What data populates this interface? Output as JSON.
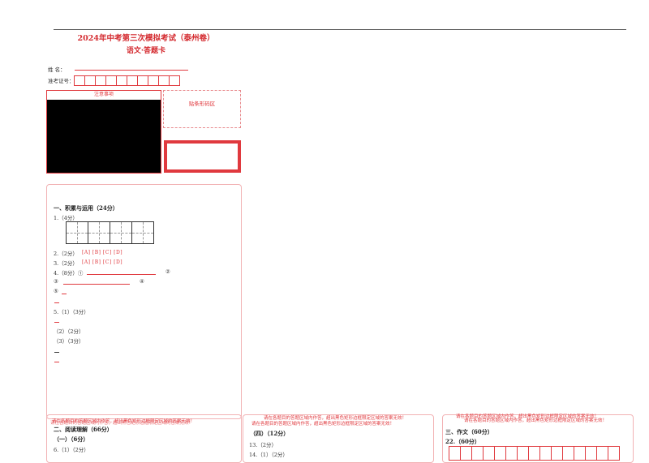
{
  "header": {
    "title": "2024年中考第三次模拟考试（泰州卷）",
    "subtitle": "语文·答题卡"
  },
  "student": {
    "name_label": "姓 名：",
    "id_label": "准考证号：",
    "id_boxes": 10
  },
  "notice": {
    "title": "注意事项"
  },
  "barcode": {
    "label": "贴条形码区"
  },
  "section1": {
    "title": "一、积累与运用（24分）",
    "q1": "1.（4分）",
    "grid_cells": 4,
    "q2": "2.（2分）",
    "q2_options": "[A] [B] [C] [D]",
    "q3": "3.（2分）",
    "q3_options": "[A] [B] [C] [D]",
    "q4": "4.（8分）①",
    "q4_marker2": "②",
    "q4_marker3": "③",
    "q4_marker4": "④",
    "q4_marker5": "⑤",
    "q5": "5.（1）（3分）",
    "q5_2": "（2）（2分）",
    "q5_3": "（3）（3分）"
  },
  "warning": {
    "text": "请在各题目的答题区域内作答，超出黑色矩形边框限定区域的答案无效！"
  },
  "section2": {
    "title": "二、阅读理解（66分）",
    "sub1": "（一）（6分）",
    "q6": "6.（1）（2分）"
  },
  "section_mid": {
    "sub4": "（四）（12分）",
    "q13": "13.（2分）",
    "q14": "14.（1）（2分）"
  },
  "section3": {
    "title": "三、作文（60分）",
    "q22": "22.（60分）",
    "grid_cells": 15
  }
}
